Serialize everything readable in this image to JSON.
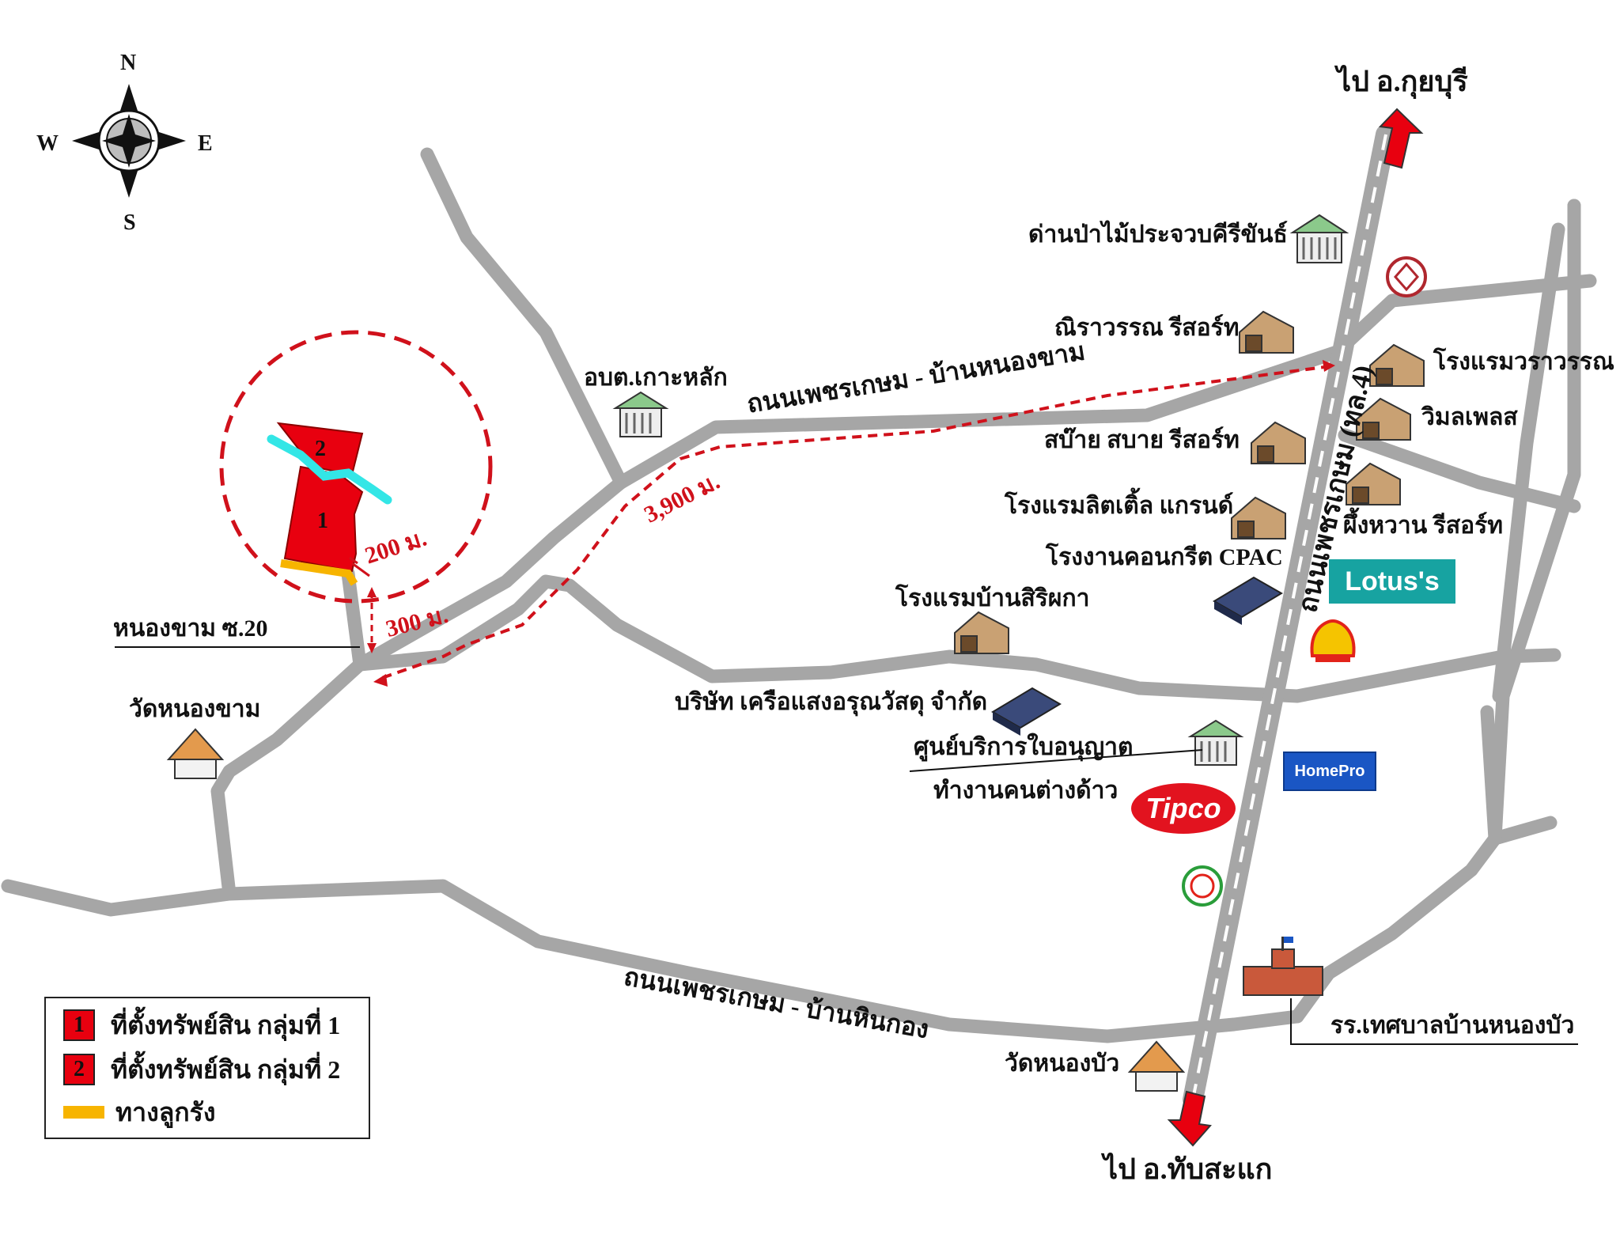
{
  "compass": {
    "north": "N",
    "south": "S",
    "east": "E",
    "west": "W"
  },
  "roads": {
    "upper": "ถนนเพชรเกษม - บ้านหนองขาม",
    "lower": "ถนนเพชรเกษม - บ้านหินกอง",
    "highway": "ถนนเพชรเกษม (ทล.4)",
    "to_north": "ไป อ.กุยบุรี",
    "to_south": "ไป อ.ทับสะแก",
    "soi": "หนองขาม ซ.20"
  },
  "distances": {
    "d3900": "3,900 ม.",
    "d200": "200 ม.",
    "d300": "300 ม."
  },
  "plots": {
    "plot1": "1",
    "plot2": "2"
  },
  "places": {
    "obt": "อบต.เกาะหลัก",
    "wat_nongkham": "วัดหนองขาม",
    "forest_checkpoint": "ด่านป่าไม้ประจวบคีรีขันธ์",
    "nirawan": "ณิราวรรณ รีสอร์ท",
    "worawan": "โรงแรมวราวรรณ",
    "wimon": "วิมลเพลส",
    "sabai": "สบ๊าย สบาย รีสอร์ท",
    "phueng": "ผึ้งหวาน รีสอร์ท",
    "little_grand": "โรงแรมลิตเติ้ล แกรนด์",
    "cpac": "โรงงานคอนกรีต CPAC",
    "sirisapha": "โรงแรมบ้านสิริผกา",
    "kruesang": "บริษัท เครือแสงอรุณวัสดุ จำกัด",
    "service_center_1": "ศูนย์บริการใบอนุญาต",
    "service_center_2": "ทำงานคนต่างด้าว",
    "wat_nongbua": "วัดหนองบัว",
    "school": "รร.เทศบาลบ้านหนองบัว"
  },
  "brands": {
    "lotus": "Lotus's",
    "homepro": "HomePro",
    "tipco": "Tipco",
    "pt": "PT",
    "mg": "MG"
  },
  "legend": {
    "item1_num": "1",
    "item1": "ที่ตั้งทรัพย์สิน กลุ่มที่ 1",
    "item2_num": "2",
    "item2": "ที่ตั้งทรัพย์สิน กลุ่มที่ 2",
    "item3": "ทางลูกรัง"
  },
  "colors": {
    "road": "#a6a6a6",
    "highway_dash": "#ffffff",
    "route": "#d0111b",
    "plot": "#e8000f",
    "river": "#33e6e6",
    "dirt_road": "#f7b400"
  }
}
